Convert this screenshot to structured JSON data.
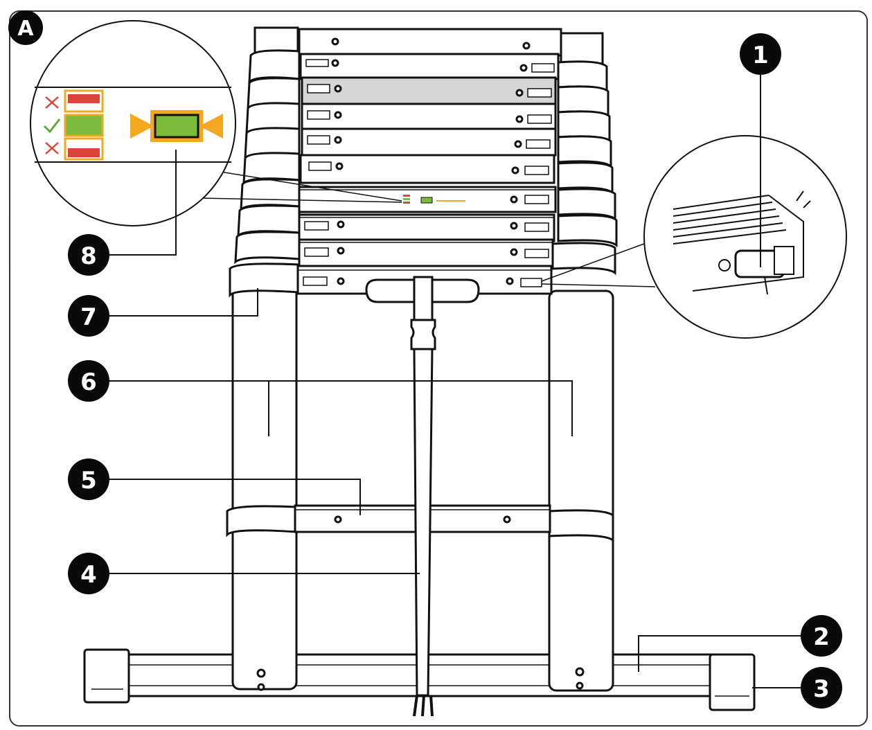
{
  "figure": {
    "panel_label": "A"
  },
  "callouts": [
    {
      "id": "1",
      "label": "1"
    },
    {
      "id": "2",
      "label": "2"
    },
    {
      "id": "3",
      "label": "3"
    },
    {
      "id": "4",
      "label": "4"
    },
    {
      "id": "5",
      "label": "5"
    },
    {
      "id": "6",
      "label": "6"
    },
    {
      "id": "7",
      "label": "7"
    },
    {
      "id": "8",
      "label": "8"
    }
  ],
  "indicator": {
    "states": [
      "wrong",
      "correct",
      "wrong"
    ],
    "colors": {
      "wrong": "#d9453a",
      "correct": "#7dbb3c",
      "frame": "#f3a81f",
      "arrow": "#f3a81f",
      "cross": "#d9453a",
      "check": "#5fa83a"
    }
  },
  "colors": {
    "outline": "#111111",
    "highlight_rung": "#d6d6d6",
    "callout_fill": "#0a0a0a"
  }
}
